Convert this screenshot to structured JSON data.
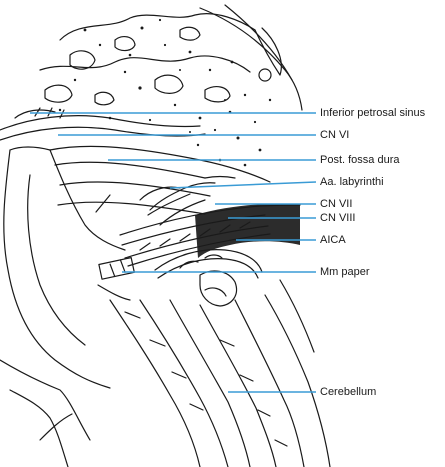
{
  "labels": [
    {
      "id": "inferior-petrosal-sinus",
      "text": "Inferior petrosal sinus"
    },
    {
      "id": "cn-vi",
      "text": "CN VI"
    },
    {
      "id": "post-fossa-dura",
      "text": "Post. fossa dura"
    },
    {
      "id": "aa-labyrinthi",
      "text": "Aa. labyrinthi"
    },
    {
      "id": "cn-vii",
      "text": "CN VII"
    },
    {
      "id": "cn-viii",
      "text": "CN VIII"
    },
    {
      "id": "aica",
      "text": "AICA"
    },
    {
      "id": "mm-paper",
      "text": "Mm paper"
    },
    {
      "id": "cerebellum",
      "text": "Cerebellum"
    }
  ],
  "colors": {
    "leader": "#3a9bd5",
    "ink": "#1a1a1a",
    "background": "#ffffff"
  }
}
